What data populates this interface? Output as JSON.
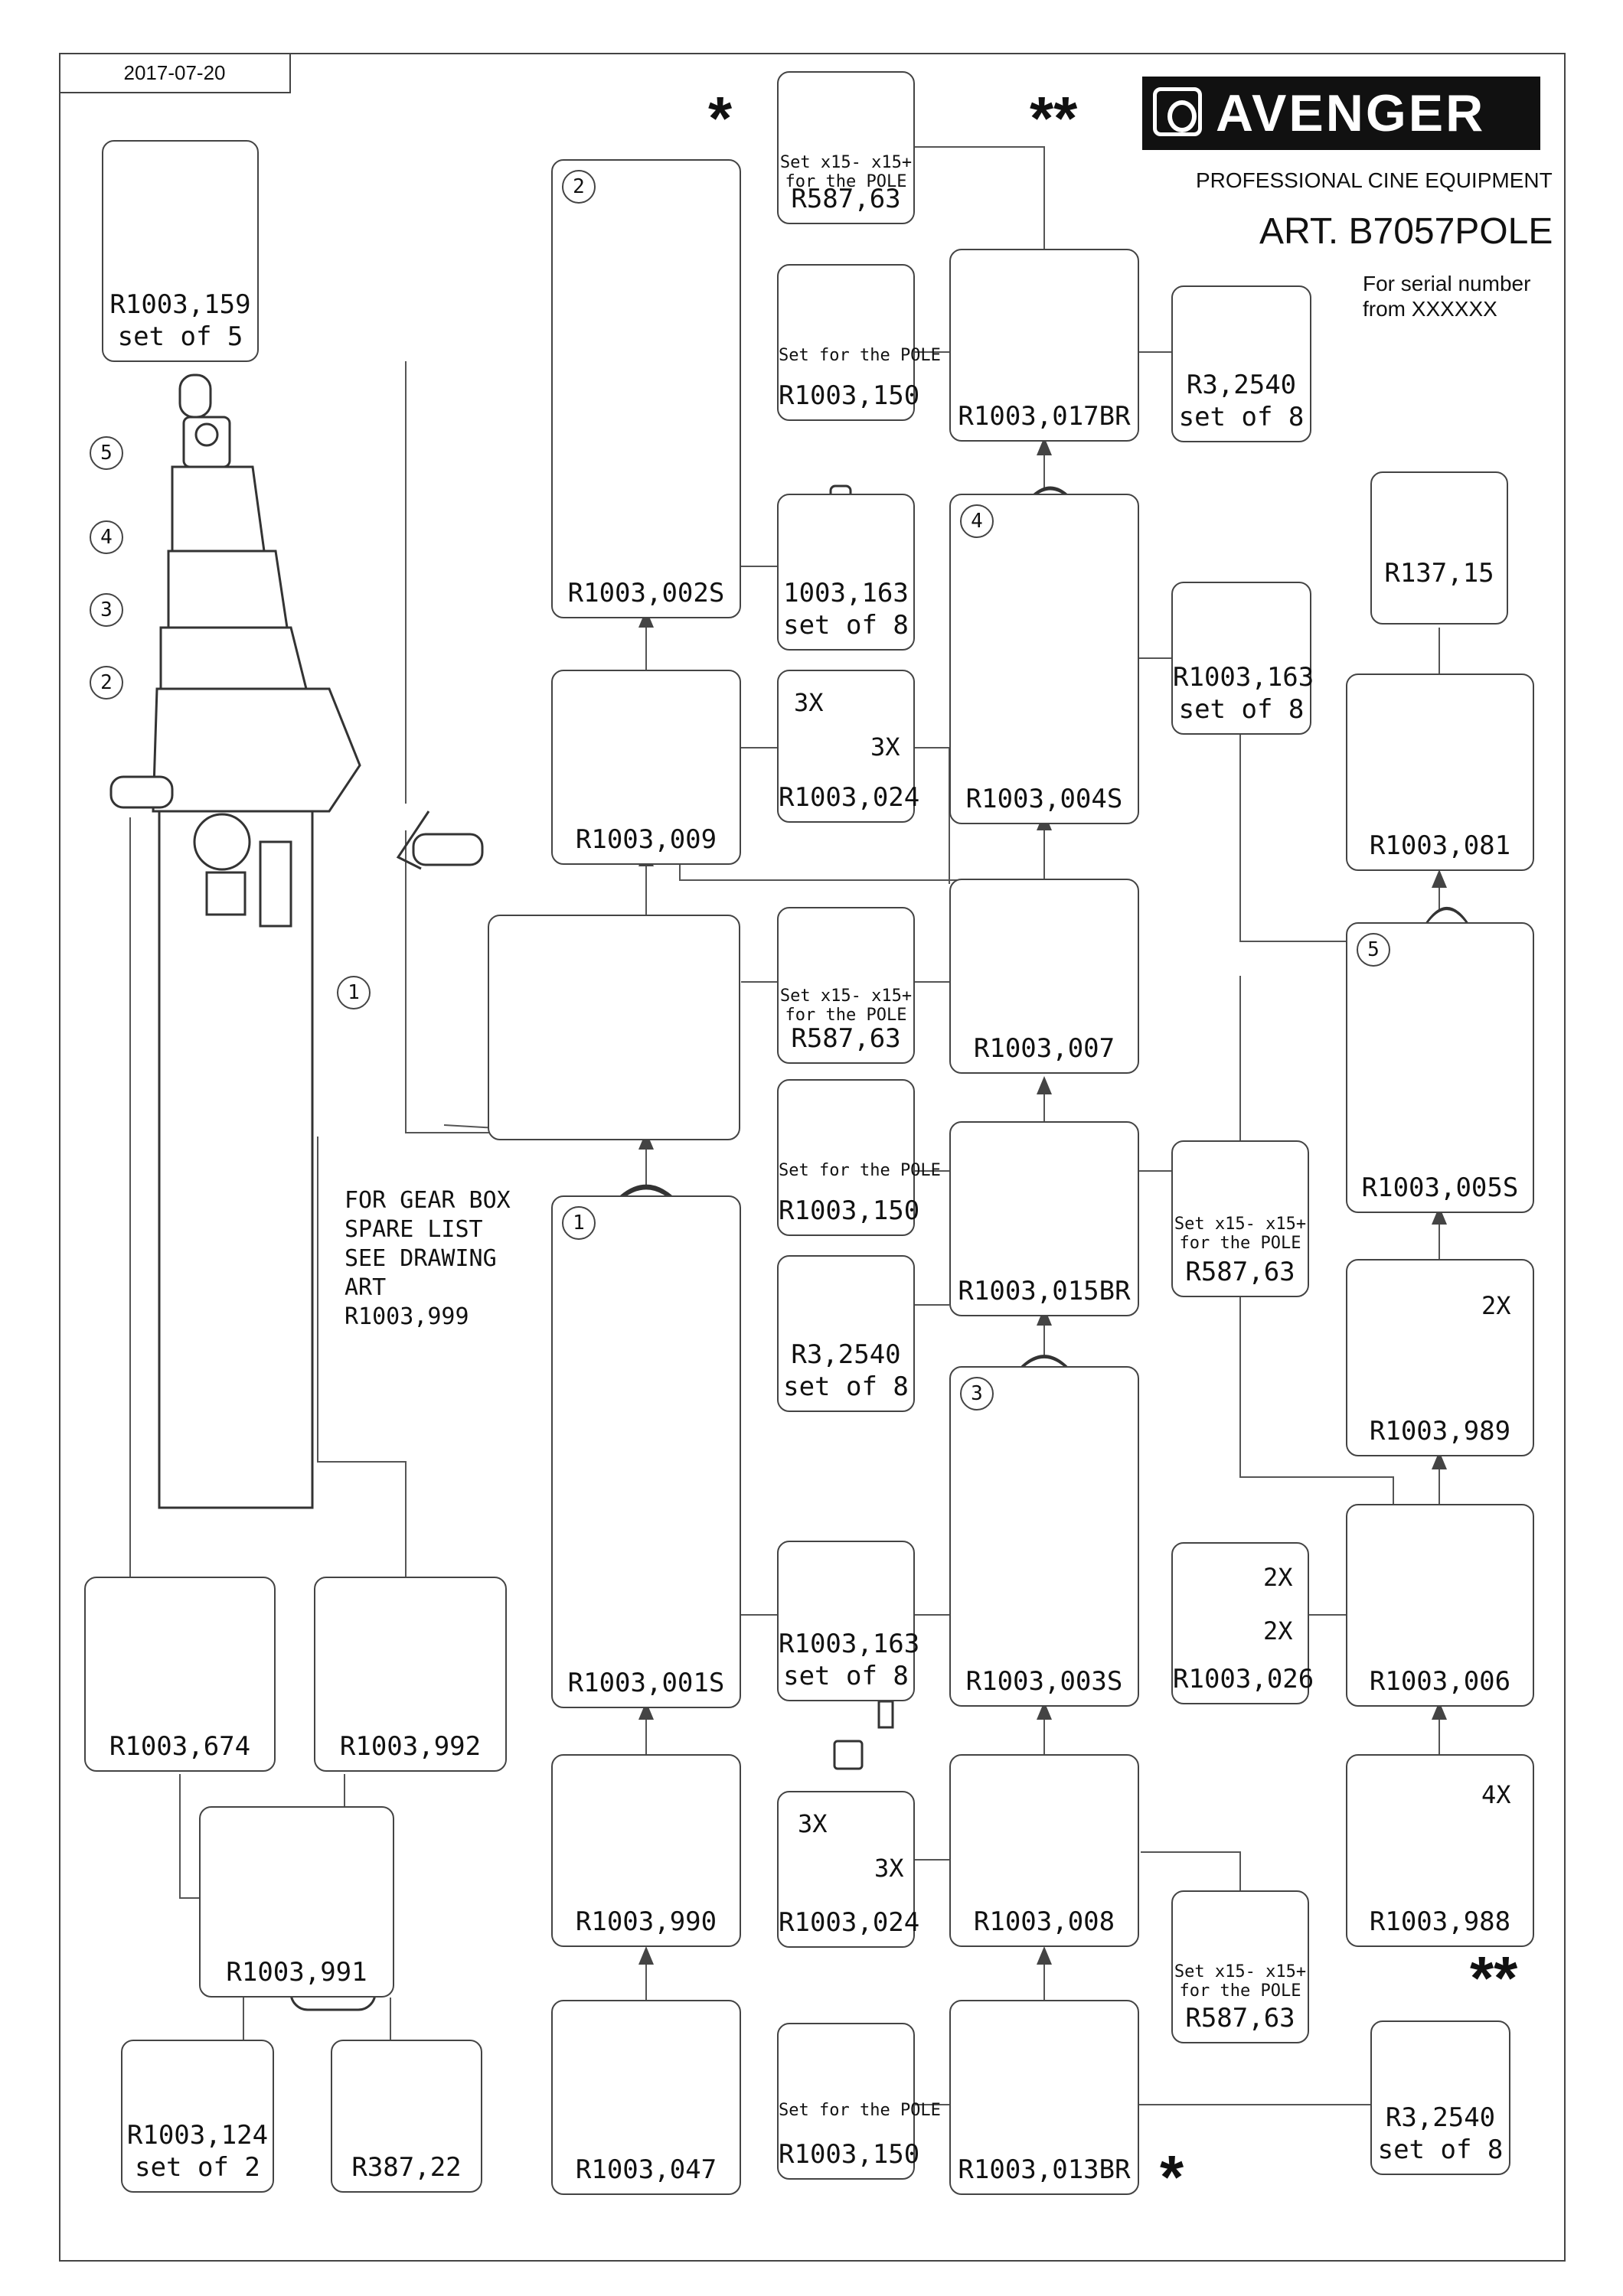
{
  "header": {
    "date": "2017-07-20",
    "brand": "AVENGER",
    "brand_sub": "PROFESSIONAL CINE EQUIPMENT",
    "article": "ART. B7057POLE",
    "serial_line1": "For serial number",
    "serial_line2": "from XXXXXX",
    "star_single": "*",
    "star_double": "**"
  },
  "note": {
    "line1": "FOR GEAR BOX",
    "line2": "SPARE LIST",
    "line3": "SEE DRAWING",
    "line4": "ART R1003,999"
  },
  "callouts": [
    "1",
    "2",
    "3",
    "4",
    "5"
  ],
  "parts": {
    "r1003_159": {
      "code": "R1003,159",
      "sub": "set of 5"
    },
    "r587_top": {
      "code": "R587,63",
      "set": "Set  x15-    x15+",
      "for": "for the POLE"
    },
    "r1003_002s": {
      "code": "R1003,002S",
      "num": "2"
    },
    "r1003_150_top": {
      "code": "R1003,150",
      "set": "Set for the POLE"
    },
    "r1003_017br": {
      "code": "R1003,017BR"
    },
    "r3_2540_top": {
      "code": "R3,2540",
      "sub": "set of 8"
    },
    "c1003_163": {
      "code": "1003,163",
      "sub": "set of 8"
    },
    "r1003_004s": {
      "code": "R1003,004S",
      "num": "4"
    },
    "r1003_163_mid": {
      "code": "R1003,163",
      "sub": "set of 8"
    },
    "r137_15": {
      "code": "R137,15"
    },
    "r1003_009": {
      "code": "R1003,009"
    },
    "r1003_024_top": {
      "code": "R1003,024",
      "m1": "3X",
      "m2": "3X"
    },
    "r1003_081": {
      "code": "R1003,081"
    },
    "gearbox": {},
    "r587_mid": {
      "code": "R587,63",
      "set": "Set  x15-    x15+",
      "for": "for the POLE"
    },
    "r1003_007": {
      "code": "R1003,007"
    },
    "r1003_005s": {
      "code": "R1003,005S",
      "num": "5"
    },
    "r1003_150_mid": {
      "code": "R1003,150",
      "set": "Set for the POLE"
    },
    "r1003_015br": {
      "code": "R1003,015BR"
    },
    "r587_right": {
      "code": "R587,63",
      "set": "Set  x15-    x15+",
      "for": "for the POLE"
    },
    "r1003_001s": {
      "code": "R1003,001S",
      "num": "1"
    },
    "r3_2540_mid": {
      "code": "R3,2540",
      "sub": "set of 8"
    },
    "r1003_003s": {
      "code": "R1003,003S",
      "num": "3"
    },
    "r1003_989": {
      "code": "R1003,989",
      "m1": "2X"
    },
    "r1003_163_low": {
      "code": "R1003,163",
      "sub": "set of 8"
    },
    "r1003_026": {
      "code": "R1003,026",
      "m1": "2X",
      "m2": "2X"
    },
    "r1003_006": {
      "code": "R1003,006"
    },
    "r1003_674": {
      "code": "R1003,674"
    },
    "r1003_992": {
      "code": "R1003,992"
    },
    "r1003_990": {
      "code": "R1003,990"
    },
    "r1003_024_low": {
      "code": "R1003,024",
      "m1": "3X",
      "m2": "3X"
    },
    "r1003_008": {
      "code": "R1003,008"
    },
    "r1003_988": {
      "code": "R1003,988",
      "m1": "4X"
    },
    "r1003_991": {
      "code": "R1003,991"
    },
    "r587_low": {
      "code": "R587,63",
      "set": "Set  x15-    x15+",
      "for": "for the POLE"
    },
    "r1003_124": {
      "code": "R1003,124",
      "sub": "set of 2"
    },
    "r387_22": {
      "code": "R387,22"
    },
    "r1003_047": {
      "code": "R1003,047"
    },
    "r1003_150_low": {
      "code": "R1003,150",
      "set": "Set for the POLE"
    },
    "r1003_013br": {
      "code": "R1003,013BR"
    },
    "r3_2540_low": {
      "code": "R3,2540",
      "sub": "set of 8"
    }
  }
}
